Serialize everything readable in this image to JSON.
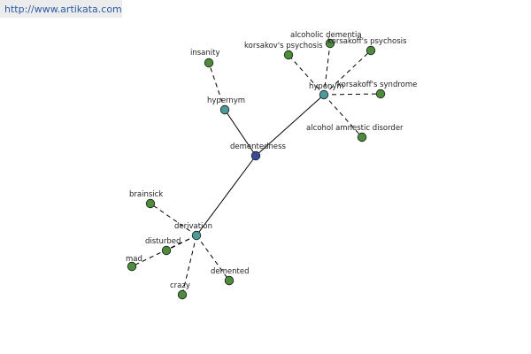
{
  "site_link": "http://www.artikata.com",
  "colors": {
    "center": "#3a4a9a",
    "relation": "#4d9a9a",
    "leaf": "#4c8c3a"
  },
  "nodes": [
    {
      "id": "n0",
      "label": "dementedness",
      "kind": "center"
    },
    {
      "id": "n1",
      "label": "hypernym",
      "kind": "relation"
    },
    {
      "id": "n2",
      "label": "hyponym",
      "kind": "relation"
    },
    {
      "id": "n3",
      "label": "derivation",
      "kind": "relation"
    },
    {
      "id": "n4",
      "label": "insanity",
      "kind": "leaf"
    },
    {
      "id": "n5",
      "label": "korsakov's psychosis",
      "kind": "leaf"
    },
    {
      "id": "n6",
      "label": "alcoholic dementia",
      "kind": "leaf"
    },
    {
      "id": "n7",
      "label": "korsakoff's psychosis",
      "kind": "leaf"
    },
    {
      "id": "n8",
      "label": "korsakoff's syndrome",
      "kind": "leaf"
    },
    {
      "id": "n9",
      "label": "alcohol amnestic disorder",
      "kind": "leaf"
    },
    {
      "id": "n10",
      "label": "brainsick",
      "kind": "leaf"
    },
    {
      "id": "n11",
      "label": "disturbed",
      "kind": "leaf"
    },
    {
      "id": "n12",
      "label": "mad",
      "kind": "leaf"
    },
    {
      "id": "n13",
      "label": "crazy",
      "kind": "leaf"
    },
    {
      "id": "n14",
      "label": "demented",
      "kind": "leaf"
    }
  ],
  "edges": [
    {
      "from": "n0",
      "to": "n1",
      "style": "solid"
    },
    {
      "from": "n0",
      "to": "n2",
      "style": "solid"
    },
    {
      "from": "n0",
      "to": "n3",
      "style": "solid"
    },
    {
      "from": "n1",
      "to": "n4",
      "style": "dashed"
    },
    {
      "from": "n2",
      "to": "n5",
      "style": "dashed"
    },
    {
      "from": "n2",
      "to": "n6",
      "style": "dashed"
    },
    {
      "from": "n2",
      "to": "n7",
      "style": "dashed"
    },
    {
      "from": "n2",
      "to": "n8",
      "style": "dashed"
    },
    {
      "from": "n2",
      "to": "n9",
      "style": "dashed"
    },
    {
      "from": "n3",
      "to": "n10",
      "style": "dashed"
    },
    {
      "from": "n3",
      "to": "n11",
      "style": "dashed"
    },
    {
      "from": "n3",
      "to": "n12",
      "style": "dashed"
    },
    {
      "from": "n3",
      "to": "n13",
      "style": "dashed"
    },
    {
      "from": "n3",
      "to": "n14",
      "style": "dashed"
    }
  ]
}
